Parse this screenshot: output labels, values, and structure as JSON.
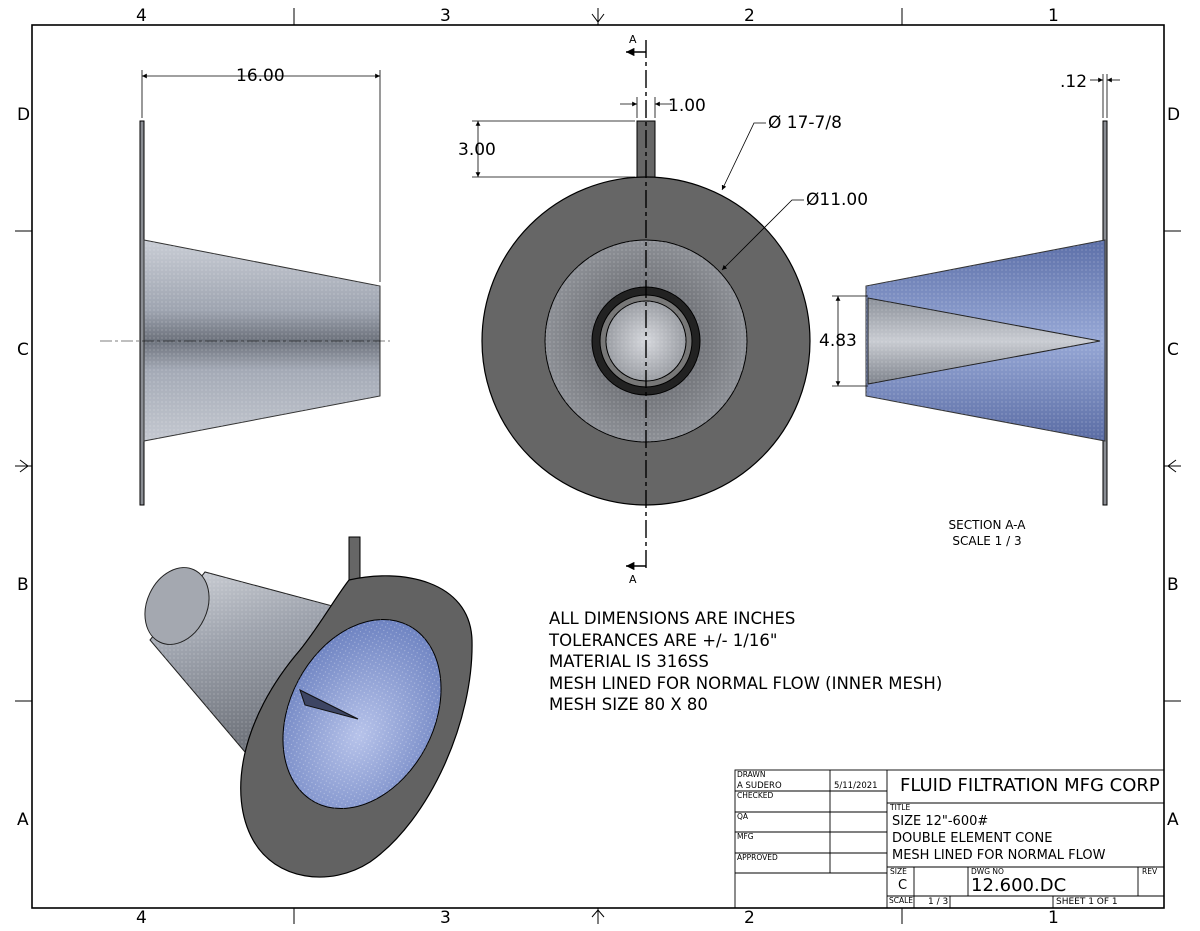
{
  "zones": {
    "columns": [
      "4",
      "3",
      "2",
      "1"
    ],
    "rows": [
      "D",
      "C",
      "B",
      "A"
    ]
  },
  "dimensions": {
    "cone_length": "16.00",
    "tab_width": "1.00",
    "tab_height": "3.00",
    "flange_dia": "Ø 17-7/8",
    "mesh_dia": "Ø11.00",
    "inner_cone_height": "4.83",
    "thickness": ".12"
  },
  "section": {
    "cut_label": "A",
    "title": "SECTION A-A",
    "scale": "SCALE 1 / 3"
  },
  "notes": [
    "ALL DIMENSIONS ARE INCHES",
    "TOLERANCES ARE +/- 1/16\"",
    "MATERIAL IS 316SS",
    "MESH LINED FOR NORMAL FLOW (INNER MESH)",
    "MESH SIZE 80 X 80"
  ],
  "title_block": {
    "drawn_label": "DRAWN",
    "drawn_by": "A SUDERO",
    "drawn_date": "5/11/2021",
    "checked_label": "CHECKED",
    "qa_label": "QA",
    "mfg_label": "MFG",
    "approved_label": "APPROVED",
    "company": "FLUID FILTRATION MFG CORP",
    "title_label": "TITLE",
    "title_lines": [
      "SIZE 12\"-600#",
      "DOUBLE ELEMENT CONE",
      "MESH LINED FOR NORMAL FLOW"
    ],
    "size_label": "SIZE",
    "size": "C",
    "dwg_label": "DWG NO",
    "dwg_no": "12.600.DC",
    "rev_label": "REV",
    "scale_label": "SCALE",
    "scale": "1 / 3",
    "sheet": "SHEET 1  OF 1"
  },
  "colors": {
    "flange": "#666666",
    "mesh_silver": "#b7bcc6",
    "mesh_blue": "#7f95c9",
    "line": "#000000"
  }
}
